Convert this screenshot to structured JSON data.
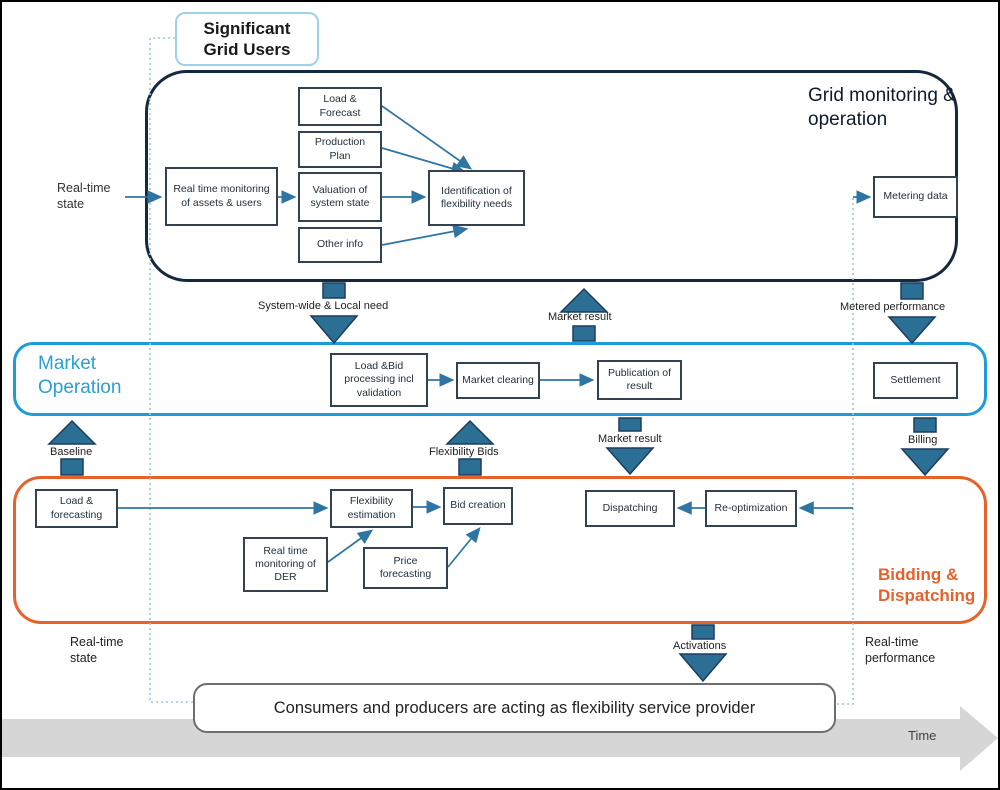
{
  "colors": {
    "navy_border": "#13293f",
    "steel_arrow": "#2e75a3",
    "block_arrow_fill": "#2b7094",
    "block_arrow_stroke": "#1c3c5e",
    "market_blue": "#1e9cd9",
    "bidding_orange": "#e7622b",
    "box_border": "#33424e",
    "dotted_line": "#9fc6d8",
    "time_band_gray": "#d6d6d6"
  },
  "top": {
    "significant_grid_users": "Significant Grid Users"
  },
  "grid_section": {
    "title": "Grid monitoring & operation",
    "input_label": "Real-time state",
    "boxes": {
      "monitoring": "Real time monitoring of assets & users",
      "load_forecast": "Load & Forecast",
      "production_plan": "Production Plan",
      "valuation": "Valuation of system state",
      "other_info": "Other info",
      "identification": "Identification of flexibility needs",
      "metering": "Metering data"
    }
  },
  "market_section": {
    "title": "Market Operation",
    "boxes": {
      "load_bid": "Load &Bid processing incl validation",
      "clearing": "Market clearing",
      "publication": "Publication of result",
      "settlement": "Settlement"
    }
  },
  "bidding_section": {
    "title": "Bidding & Dispatching",
    "boxes": {
      "load_forecasting": "Load & forecasting",
      "flex_estimation": "Flexibility estimation",
      "bid_creation": "Bid creation",
      "der_monitoring": "Real time monitoring of DER",
      "price_forecasting": "Price forecasting",
      "dispatching": "Dispatching",
      "reoptimization": "Re-optimization"
    }
  },
  "flow_labels": {
    "system_wide": "System-wide & Local need",
    "market_result_up": "Market result",
    "metered_performance": "Metered performance",
    "baseline": "Baseline",
    "flexibility_bids": "Flexibility Bids",
    "market_result_down": "Market result",
    "billing": "Billing",
    "activations": "Activations"
  },
  "bottom": {
    "realtime_state": "Real-time state",
    "realtime_performance": "Real-time performance",
    "consumers_banner": "Consumers and producers are acting as flexibility service provider",
    "time_label": "Time"
  }
}
